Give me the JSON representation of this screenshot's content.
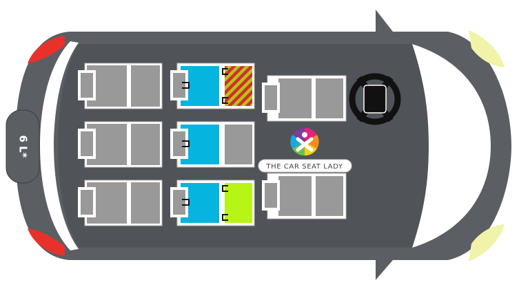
{
  "vehicle": {
    "rear_label": "6 L*",
    "brand": "THE CAR SEAT LADY",
    "colors": {
      "body": "#5b5e63",
      "floor": "#505357",
      "glass": "#ffffff",
      "tail_light": "#e8312a",
      "head_light": "#f1f3a8",
      "seat_fill": "#999999",
      "seat_border": "#ffffff",
      "car_seat_blue": "#06b4e0",
      "booster_green": "#b6f514",
      "booster_hatch_a": "#b8c21a",
      "booster_hatch_b": "#d1302b",
      "steering_wheel": "#111111"
    }
  },
  "seating": {
    "rows": [
      {
        "row": "third",
        "positions": [
          "empty",
          "empty",
          "empty"
        ]
      },
      {
        "row": "second",
        "positions": [
          "car-seat-with-hatched-booster",
          "car-seat",
          "car-seat-with-green-booster"
        ]
      },
      {
        "row": "front",
        "positions": [
          "passenger-seat",
          "driver-seat"
        ]
      }
    ]
  },
  "icons": [
    "car-seat-lady-logo-icon",
    "steering-wheel-icon"
  ]
}
